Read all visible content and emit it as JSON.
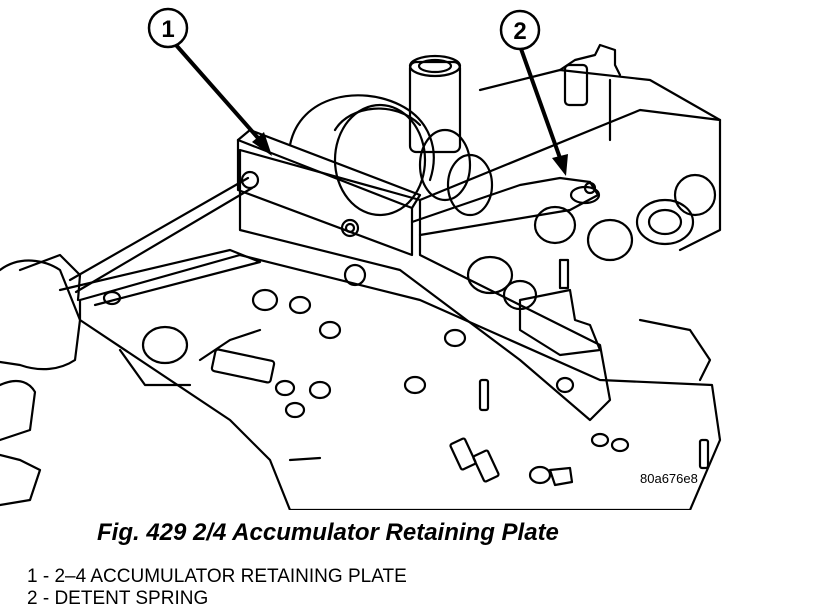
{
  "figure": {
    "image_id": "80a676e8",
    "caption": "Fig. 429 2/4 Accumulator Retaining Plate",
    "callouts": [
      {
        "number": "1",
        "label": "1 - 2–4 ACCUMULATOR RETAINING PLATE"
      },
      {
        "number": "2",
        "label": "2 - DETENT SPRING"
      }
    ]
  }
}
